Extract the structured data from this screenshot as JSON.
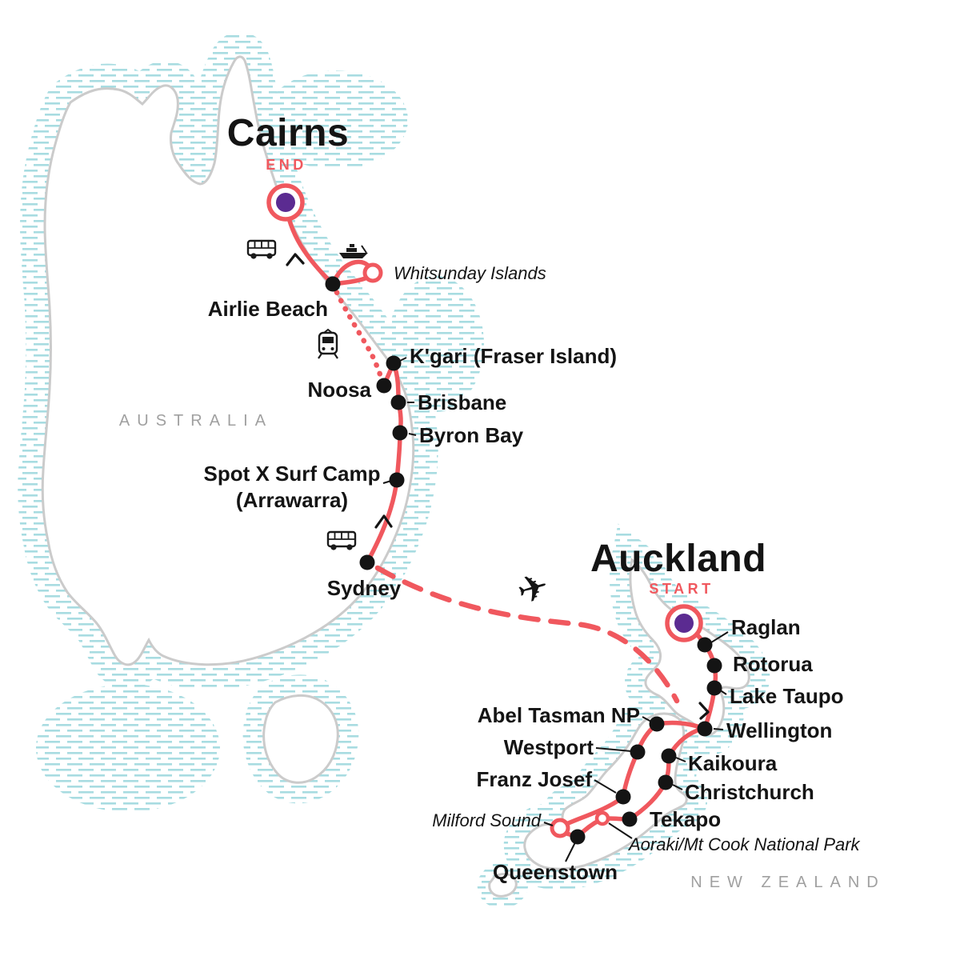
{
  "palette": {
    "route_red": "#F0585E",
    "marker_purple": "#5B2B91",
    "coastline_gray": "#CBCBCB",
    "water_hatch_teal": "#A8DCE1",
    "label_black": "#141414",
    "region_gray": "#A0A0A0"
  },
  "icons": {
    "plane_glyph": "✈",
    "bus": "bus-icon",
    "ferry": "ferry-icon",
    "train": "train-icon"
  },
  "australia": {
    "region_label": "AUSTRALIA",
    "end_city": "Cairns",
    "end_tag": "END",
    "stops": {
      "whitsunday": "Whitsunday Islands",
      "airlie_beach": "Airlie Beach",
      "kgari": "K'gari (Fraser Island)",
      "noosa": "Noosa",
      "brisbane": "Brisbane",
      "byron_bay": "Byron Bay",
      "spotx_line1": "Spot X Surf Camp",
      "spotx_line2": "(Arrawarra)",
      "sydney": "Sydney"
    }
  },
  "new_zealand": {
    "region_label": "NEW ZEALAND",
    "start_city": "Auckland",
    "start_tag": "START",
    "stops": {
      "raglan": "Raglan",
      "rotorua": "Rotorua",
      "lake_taupo": "Lake Taupo",
      "wellington": "Wellington",
      "abel_tasman": "Abel Tasman NP",
      "westport": "Westport",
      "kaikoura": "Kaikoura",
      "franz_josef": "Franz Josef",
      "christchurch": "Christchurch",
      "tekapo": "Tekapo",
      "milford_sound": "Milford Sound",
      "aoraki": "Aoraki/Mt Cook National Park",
      "queenstown": "Queenstown"
    }
  }
}
